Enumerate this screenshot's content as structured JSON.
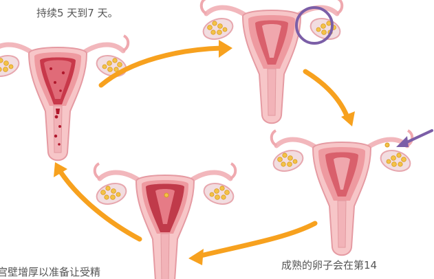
{
  "captions": {
    "top_left": "持续5 天到7 天。",
    "bottom_left": "宫壁增厚以准备让受精",
    "bottom_right": "成熟的卵子会在第14"
  },
  "colors": {
    "arrow": "#f7a11e",
    "highlight": "#7b5ea7",
    "tissue_light": "#f7c6c8",
    "tissue_mid": "#ee9aa0",
    "tissue_dark": "#d9606c",
    "menstrual_blood": "#b0182c",
    "follicle": "#f4c247",
    "ovary": "#f2dde0"
  },
  "icons": [
    "uterus-menstrual-stage",
    "uterus-follicular-stage",
    "uterus-ovulation-stage",
    "uterus-luteal-stage",
    "cycle-arrow",
    "highlight-circle-icon",
    "pointer-arrow-icon"
  ]
}
